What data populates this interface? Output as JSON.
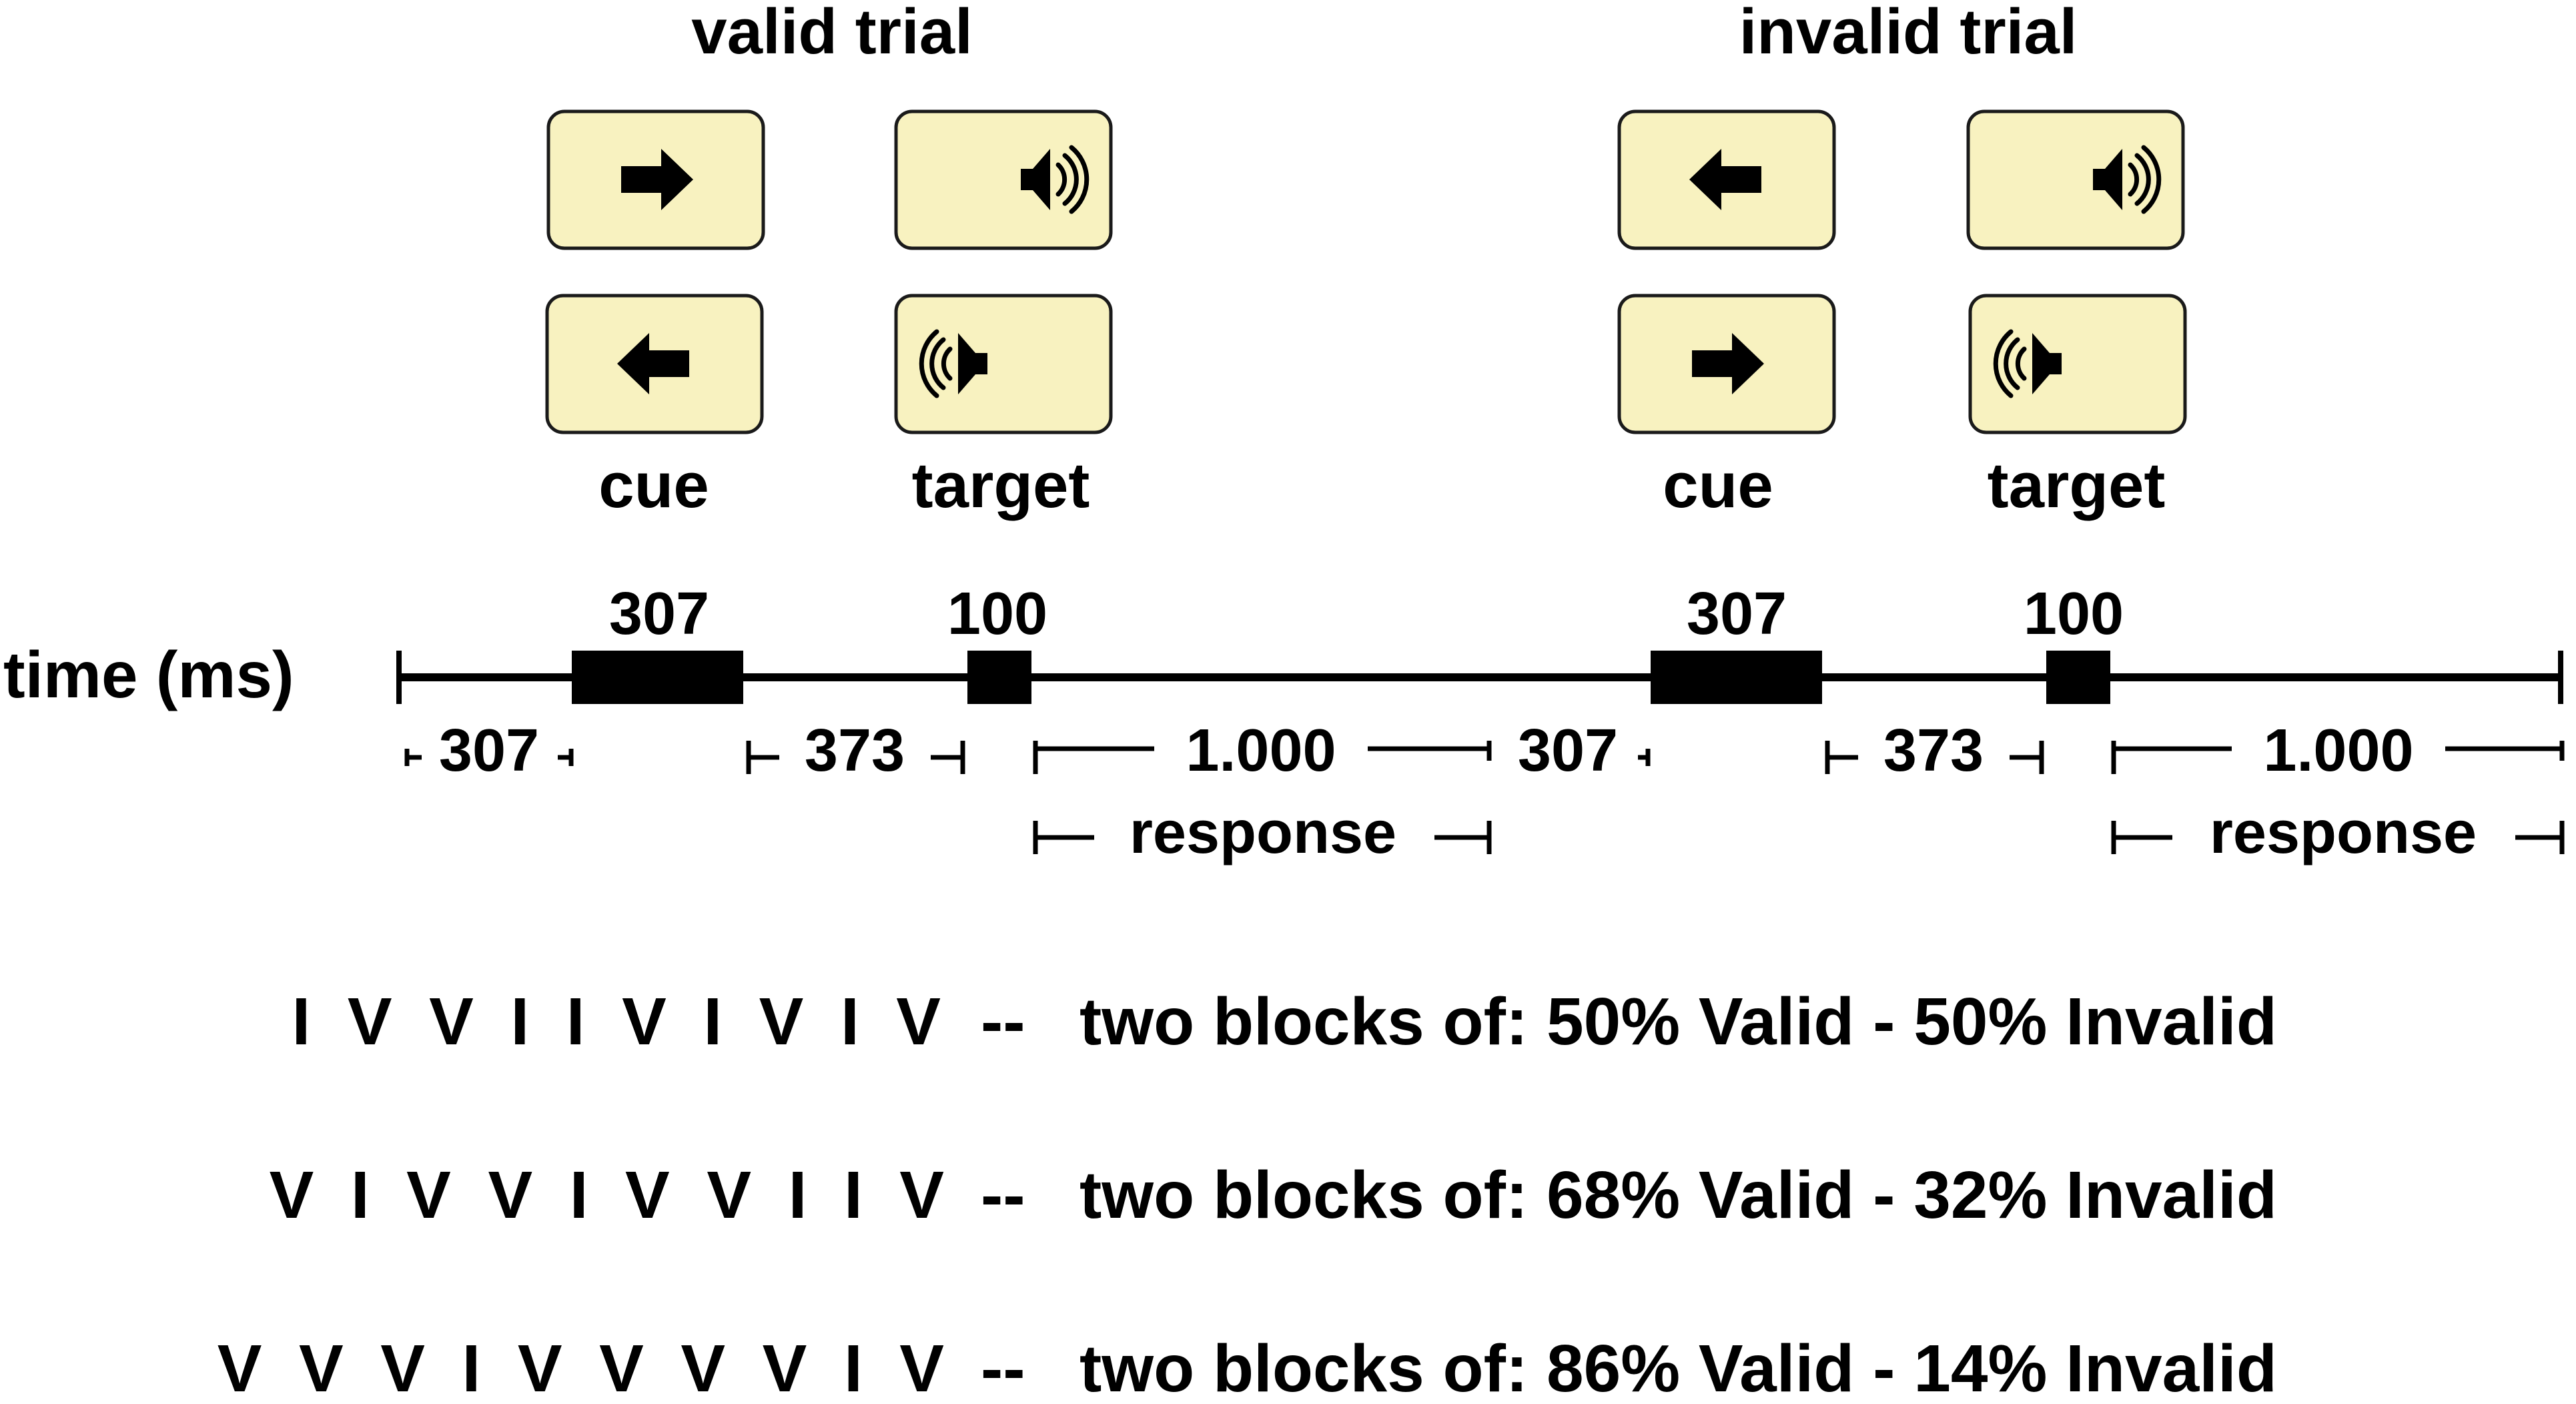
{
  "colors": {
    "panel_fill": "#f8f2c0",
    "panel_border": "#1a1a1a",
    "ink": "#000000"
  },
  "valid_trial": {
    "title": "valid trial",
    "cue_label": "cue",
    "target_label": "target",
    "cue_top_icon": "arrow-right-icon",
    "cue_bottom_icon": "arrow-left-icon",
    "target_top_icon": "speaker-right-icon",
    "target_bottom_icon": "speaker-left-icon"
  },
  "invalid_trial": {
    "title": "invalid trial",
    "cue_label": "cue",
    "target_label": "target",
    "cue_top_icon": "arrow-left-icon",
    "cue_bottom_icon": "arrow-right-icon",
    "target_top_icon": "speaker-right-icon",
    "target_bottom_icon": "speaker-left-icon"
  },
  "timeline": {
    "axis_label": "time (ms)",
    "valid": {
      "cue_duration": "307",
      "target_duration": "100",
      "pre_cue": "307",
      "interval": "373",
      "post_target": "1.000",
      "response_label": "response"
    },
    "invalid": {
      "cue_duration": "307",
      "target_duration": "100",
      "pre_cue": "307",
      "interval": "373",
      "post_target": "1.000",
      "response_label": "response"
    }
  },
  "blocks": [
    {
      "sequence": "I  V  V  I  I  V  I  V  I  V",
      "separator": "--",
      "description": "two blocks of: 50% Valid - 50% Invalid"
    },
    {
      "sequence": "V  I  V  V  I  V  V  I  I  V",
      "separator": "--",
      "description": "two blocks of: 68% Valid - 32% Invalid"
    },
    {
      "sequence": "V  V  V  I  V  V  V  V  I  V",
      "separator": "--",
      "description": "two blocks of: 86% Valid - 14% Invalid"
    }
  ]
}
